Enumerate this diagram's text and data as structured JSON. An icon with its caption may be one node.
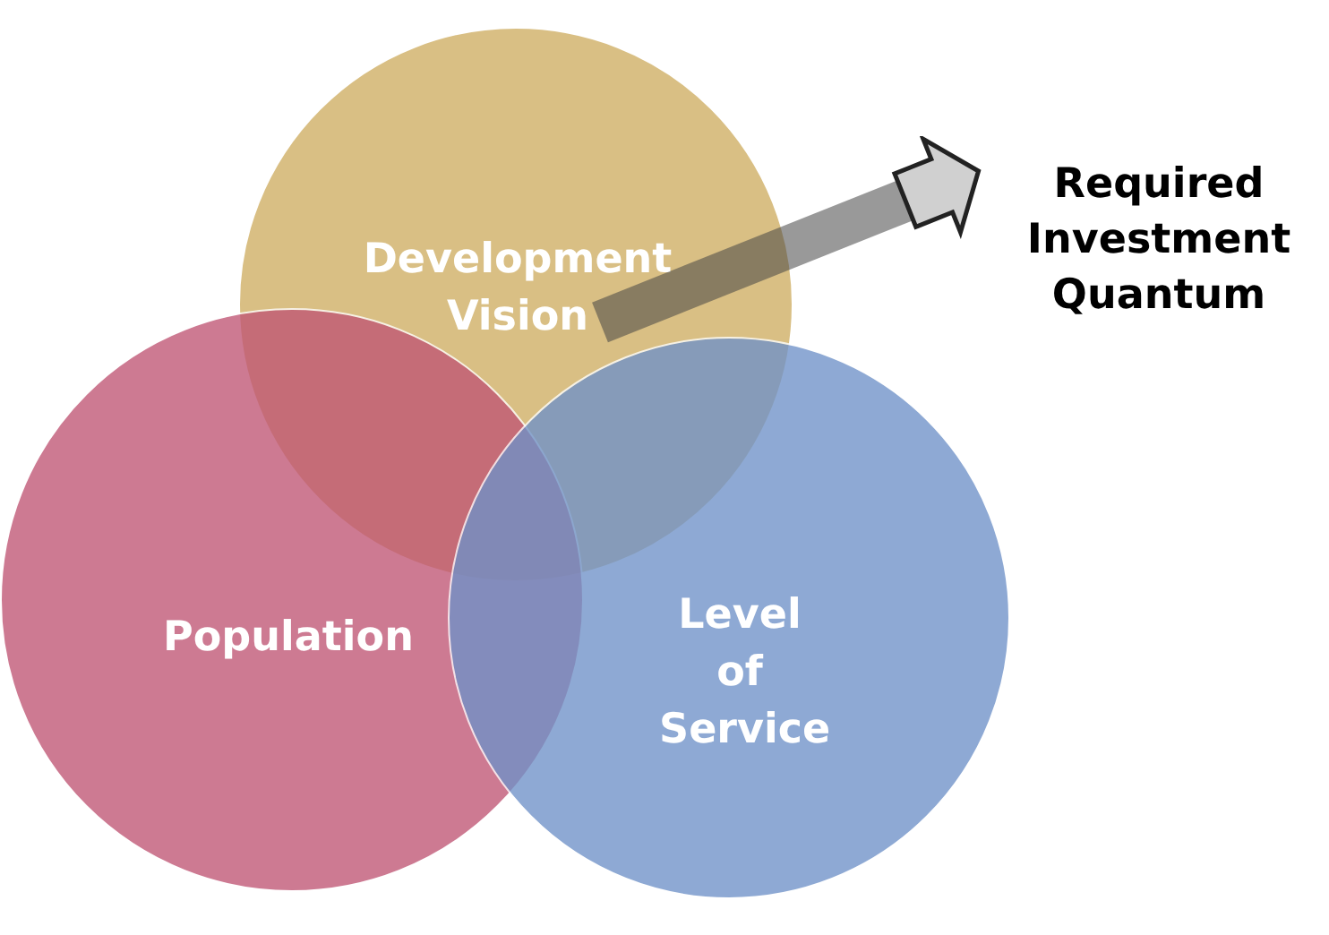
{
  "diagram": {
    "nodes": [
      {
        "text": [
          "Development Vision"
        ]
      },
      {
        "text": [
          "Population"
        ]
      },
      {
        "text": [
          "Level of Service"
        ]
      },
      {
        "text": [
          "Required Investment Quantum"
        ]
      }
    ],
    "edges": [
      {
        "from": 0,
        "to": 3,
        "arrow": "to"
      }
    ]
  }
}
